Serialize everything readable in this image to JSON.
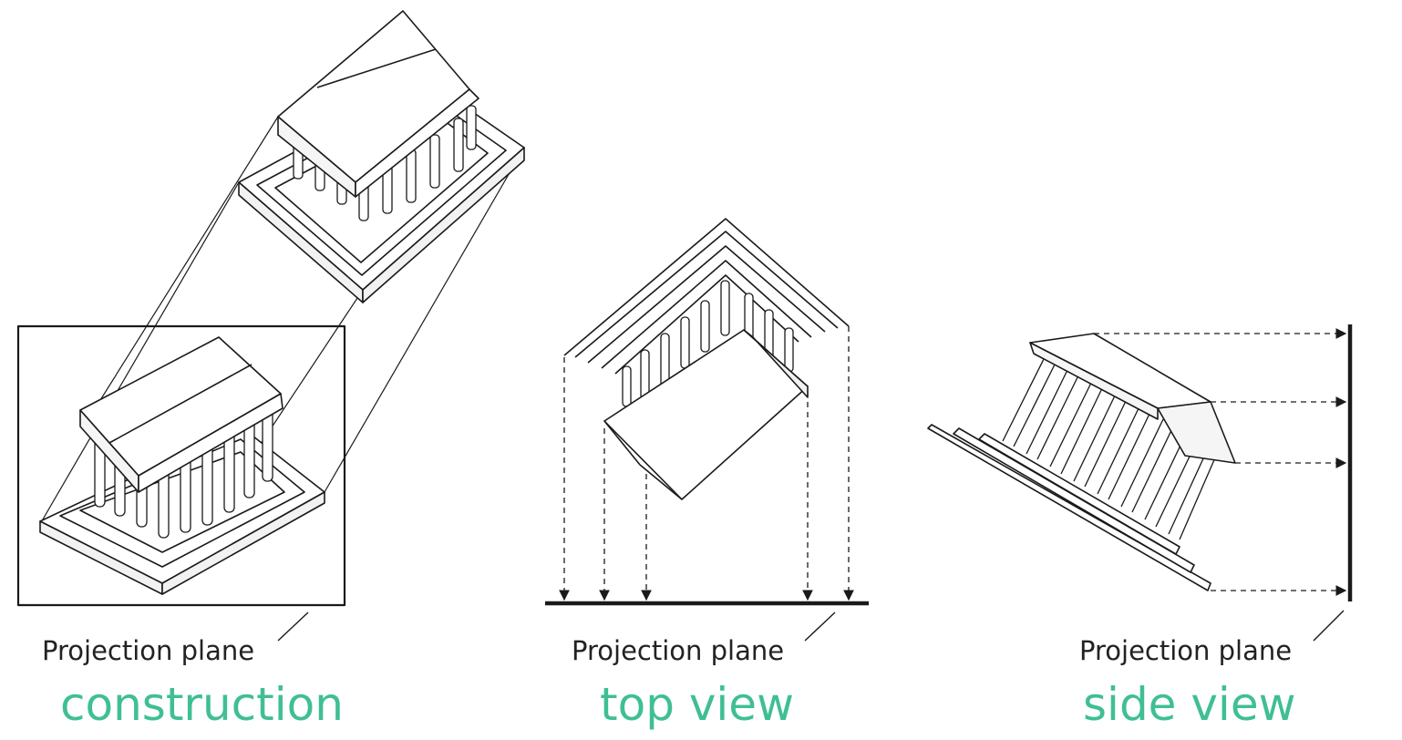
{
  "panels": {
    "construction": {
      "plane_label": "Projection plane",
      "title": "construction"
    },
    "top_view": {
      "plane_label": "Projection plane",
      "title": "top view"
    },
    "side_view": {
      "plane_label": "Projection plane",
      "title": "side view"
    }
  },
  "colors": {
    "title": "#3fbf93",
    "line": "#1a1a1a",
    "caption": "#222222"
  }
}
